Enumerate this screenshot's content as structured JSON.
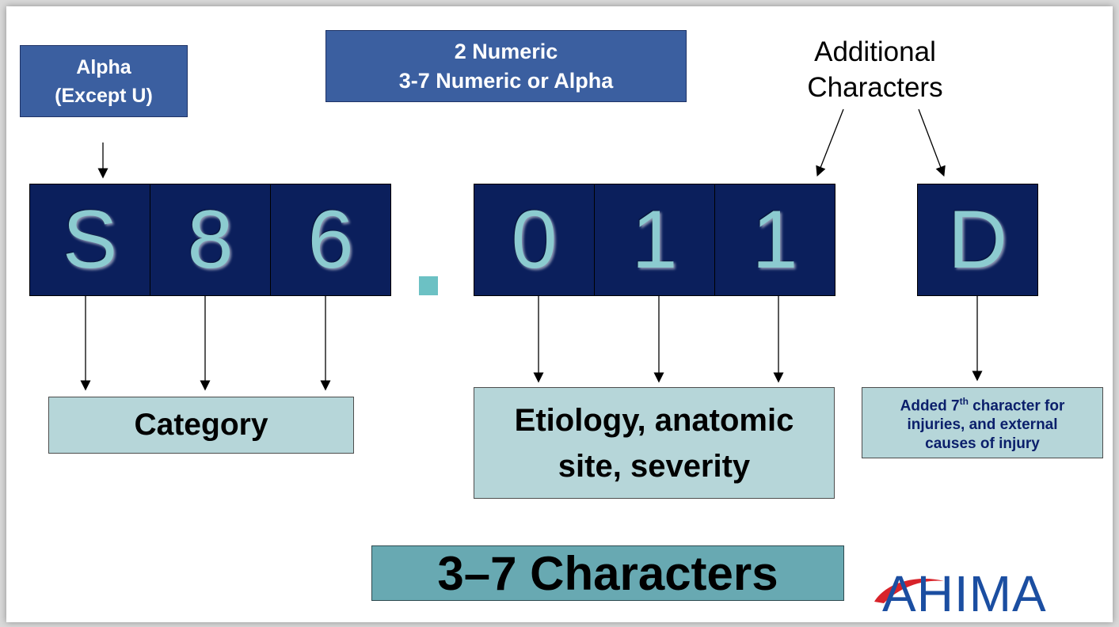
{
  "labels": {
    "alpha_line1": "Alpha",
    "alpha_line2": "(Except U)",
    "numeric_line1": "2 Numeric",
    "numeric_line2": "3-7 Numeric or Alpha",
    "additional_line1": "Additional",
    "additional_line2": "Characters"
  },
  "code": {
    "chars": [
      "S",
      "8",
      "6",
      "0",
      "1",
      "1",
      "D"
    ]
  },
  "descriptions": {
    "category": "Category",
    "etiology_line1": "Etiology, anatomic",
    "etiology_line2": "site, severity",
    "seventh_pre": "Added 7",
    "seventh_sup": "th",
    "seventh_post": " character for",
    "seventh_line2": "injuries, and external",
    "seventh_line3": "causes of injury"
  },
  "total": "3–7 Characters",
  "logo": "AHIMA",
  "colors": {
    "label_blue": "#3b5fa0",
    "char_box": "#0b1f5c",
    "char_text": "#8ccbd0",
    "desc_box": "#b6d6d9",
    "total_box": "#68a9b2",
    "logo_blue": "#1b4ea1",
    "logo_red": "#d8232a"
  }
}
